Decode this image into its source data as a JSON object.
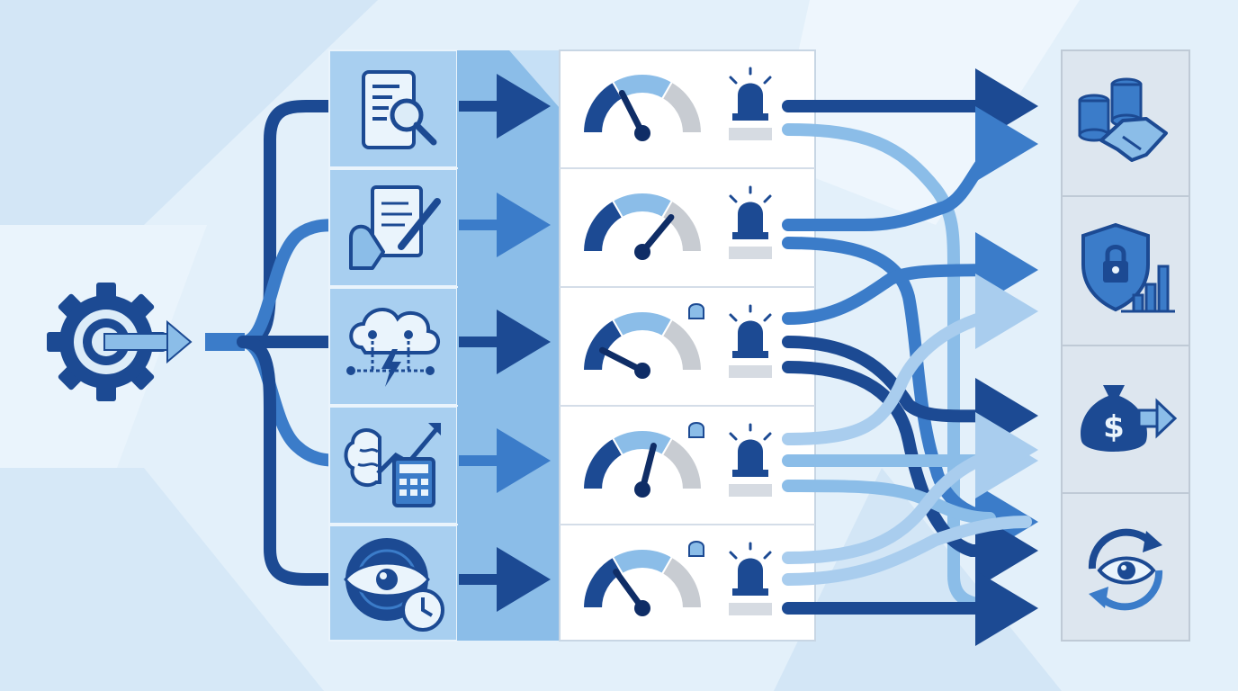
{
  "diagram": {
    "source": {
      "icon": "gear-arrow-icon"
    },
    "steps": [
      {
        "icon": "document-search-icon",
        "risk_level": 0.35,
        "signal": "alert-beacon-icon",
        "flag": false
      },
      {
        "icon": "contract-sign-icon",
        "risk_level": 0.72,
        "signal": "alert-beacon-icon",
        "flag": false
      },
      {
        "icon": "cloud-network-icon",
        "risk_level": 0.15,
        "signal": "alert-beacon-icon",
        "flag": true
      },
      {
        "icon": "brain-calculator-icon",
        "risk_level": 0.58,
        "signal": "alert-beacon-icon",
        "flag": true
      },
      {
        "icon": "radar-eye-clock-icon",
        "risk_level": 0.3,
        "signal": "alert-beacon-icon",
        "flag": true
      }
    ],
    "outcomes": [
      {
        "icon": "coins-handshake-icon"
      },
      {
        "icon": "shield-lock-chart-icon"
      },
      {
        "icon": "money-bag-arrow-icon"
      },
      {
        "icon": "eye-cycle-icon"
      }
    ],
    "colors": {
      "dark": "#1c4a93",
      "medium": "#3b7cc9",
      "light": "#8bbde8",
      "pale": "#c4def4",
      "gray": "#c8ccd2",
      "bg": "#dcecf8"
    }
  }
}
